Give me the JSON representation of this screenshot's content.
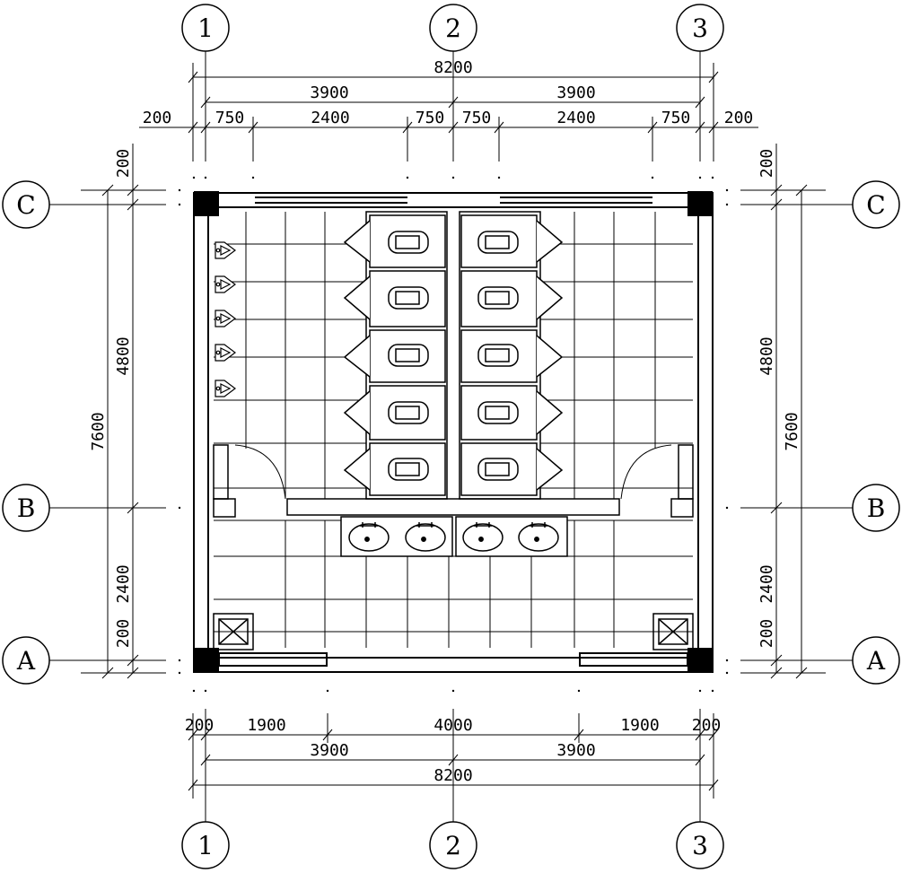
{
  "axes": {
    "numbers": [
      "1",
      "2",
      "3"
    ],
    "letters": [
      "A",
      "B",
      "C"
    ]
  },
  "dims": {
    "top_total": "8200",
    "top_bays": [
      "3900",
      "3900"
    ],
    "top_detail": [
      "200",
      "750",
      "2400",
      "750",
      "750",
      "2400",
      "750",
      "200"
    ],
    "bottom_detail": [
      "200",
      "1900",
      "4000",
      "1900",
      "200"
    ],
    "bottom_bays": [
      "3900",
      "3900"
    ],
    "bottom_total": "8200",
    "left_inner": [
      "200",
      "4800",
      "2400",
      "200"
    ],
    "left_total": "7600",
    "right_inner": [
      "200",
      "4800",
      "2400",
      "200"
    ],
    "right_total": "7600"
  }
}
